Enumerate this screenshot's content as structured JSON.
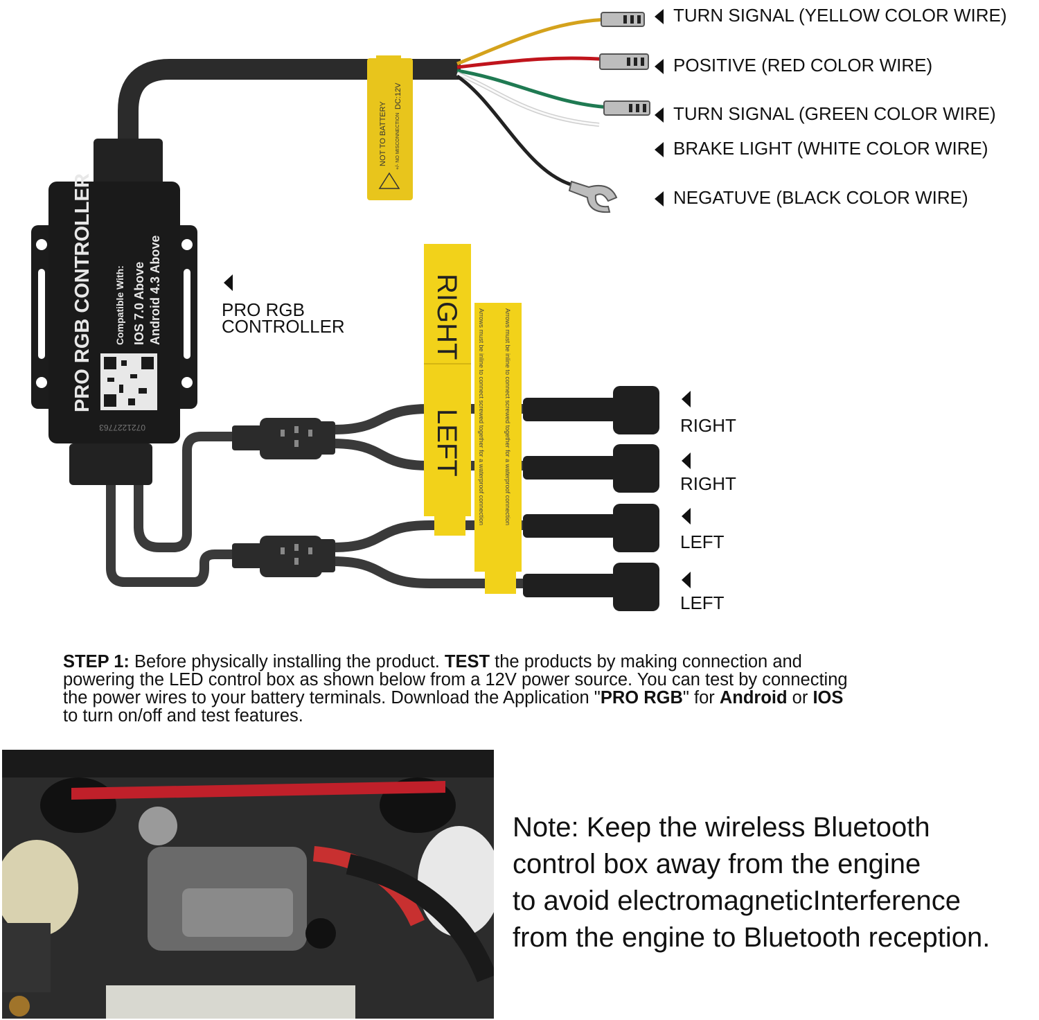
{
  "wire_labels": [
    {
      "text": "TURN SIGNAL (YELLOW COLOR WIRE)",
      "color": "#d4a21c"
    },
    {
      "text": "POSITIVE (RED COLOR WIRE)",
      "color": "#c0141c"
    },
    {
      "text": "TURN SIGNAL (GREEN COLOR WIRE)",
      "color": "#1f7a52"
    },
    {
      "text": "BRAKE LIGHT (WHITE COLOR WIRE)",
      "color": "#f2f2f2"
    },
    {
      "text": "NEGATUVE (BLACK COLOR WIRE)",
      "color": "#222222"
    }
  ],
  "controller": {
    "title": "PRO RGB CONTROLLER",
    "compat_heading": "Compatible With:",
    "compat_ios": "IOS 7.0 Above",
    "compat_android": "Android 4.3 Above",
    "serial": "0721227763",
    "label_line1": "PRO RGB",
    "label_line2": "CONTROLLER"
  },
  "warning_tag": {
    "line1": "NOT TO BATTERY",
    "line2": "+/- NO MISCONNECTION",
    "line3": "DC:12V"
  },
  "tags": {
    "right": "RIGHT",
    "left": "LEFT",
    "instruction": "Arrows must be inline to connect screwed together for a waterproof connection"
  },
  "output_labels": [
    "RIGHT",
    "RIGHT",
    "LEFT",
    "LEFT"
  ],
  "step": {
    "prefix": "STEP 1:",
    "line1a": " Before physically installing the product. ",
    "line1b": "TEST",
    "line1c": " the products by making connection and",
    "line2": "powering the LED control box as shown below from a 12V power source. You can test by connecting",
    "line3a": "the power wires to your battery terminals. Download the Application \"",
    "line3b": "PRO RGB",
    "line3c": "\" for ",
    "line3d": "Android",
    "line3e": " or ",
    "line3f": "IOS",
    "line4": "to turn on/off and test features."
  },
  "note": {
    "lines": [
      "Note: Keep the wireless Bluetooth",
      "control box away from the engine",
      "to avoid electromagneticInterference",
      "from the engine to Bluetooth reception."
    ]
  },
  "colors": {
    "tag_yellow": "#f2d21a",
    "cable": "#2b2b2b"
  }
}
